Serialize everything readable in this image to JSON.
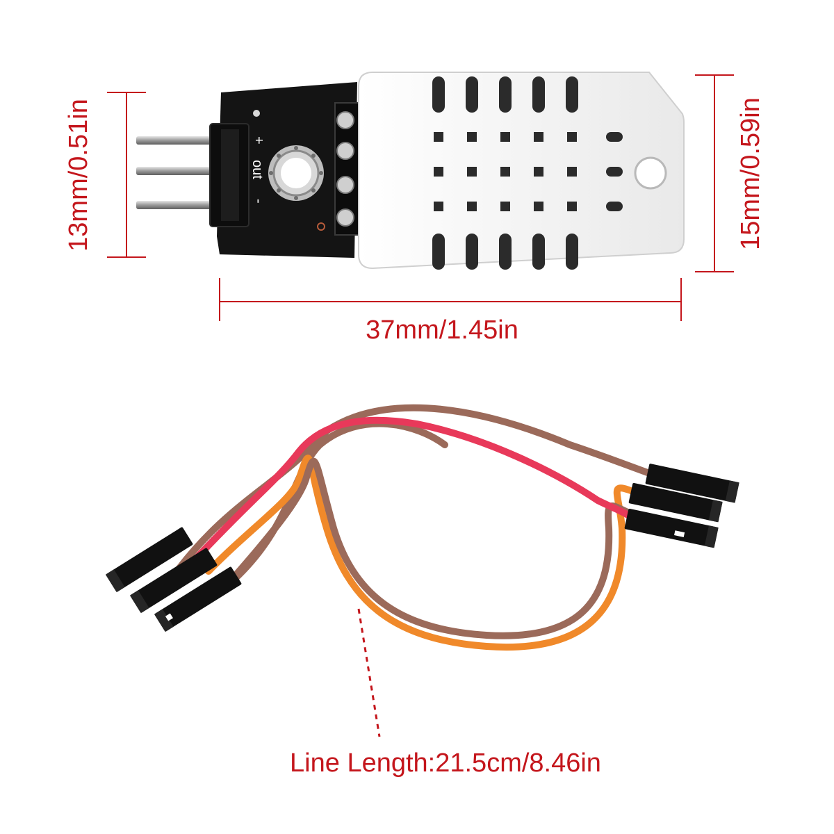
{
  "dimensions": {
    "height_left": "13mm/0.51in",
    "height_right": "15mm/0.59in",
    "width": "37mm/1.45in",
    "line_length": "Line Length:21.5cm/8.46in"
  },
  "board_silkscreen": {
    "plus": "+",
    "out": "out",
    "minus": "-"
  },
  "colors": {
    "dimension": "#c4161c",
    "pcb": "#141414",
    "sensor_housing": "#f2f2f2",
    "wire_brown": "#9b6a5a",
    "wire_red": "#e8395a",
    "wire_orange": "#f0892a",
    "connector": "#111111"
  },
  "cable_wire_count": 3
}
